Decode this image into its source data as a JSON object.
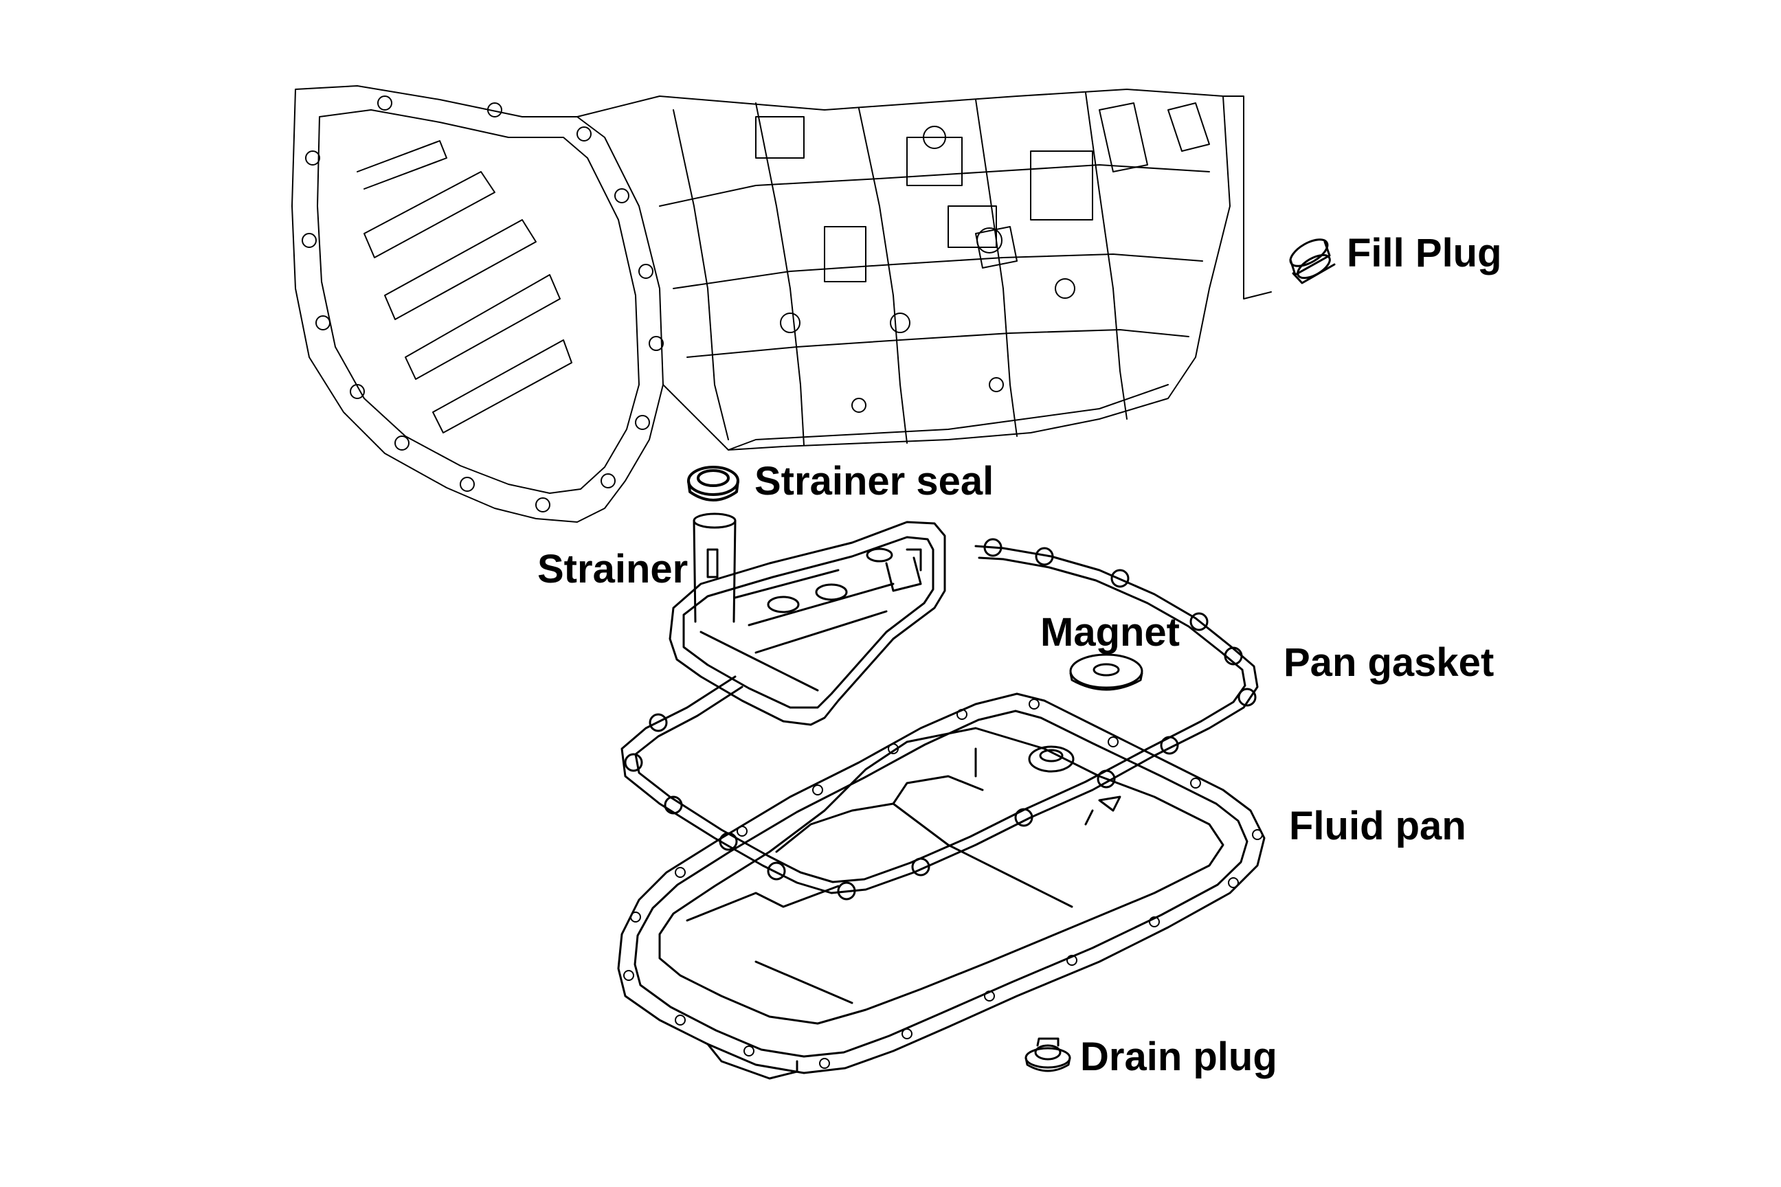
{
  "labels": {
    "fill_plug": "Fill Plug",
    "strainer_seal": "Strainer seal",
    "strainer": "Strainer",
    "magnet": "Magnet",
    "pan_gasket": "Pan gasket",
    "fluid_pan": "Fluid pan",
    "drain_plug": "Drain plug"
  },
  "colors": {
    "line": "#000000",
    "background": "#ffffff"
  }
}
